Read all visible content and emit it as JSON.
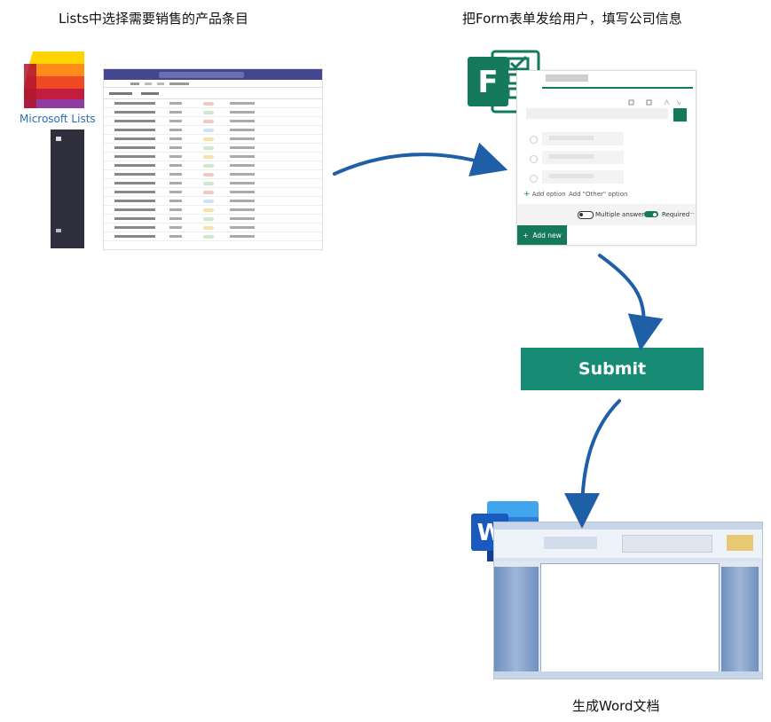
{
  "captions": {
    "step1": "Lists中选择需要销售的产品条目",
    "step2": "把Form表单发给用户，填写公司信息",
    "step4": "生成Word文档"
  },
  "lists_logo_label": "Microsoft Lists",
  "forms_ui": {
    "add_option": "Add option",
    "add_other": "Add \"Other\" option",
    "multiple_answers": "Multiple answers",
    "required": "Required",
    "add_new": "Add new"
  },
  "submit_label": "Submit",
  "colors": {
    "arrow": "#1f5fa8",
    "forms_green": "#157a5b",
    "submit_bg": "#178b73",
    "lists_purple": "#444790",
    "word_blue": "#2b5797"
  }
}
